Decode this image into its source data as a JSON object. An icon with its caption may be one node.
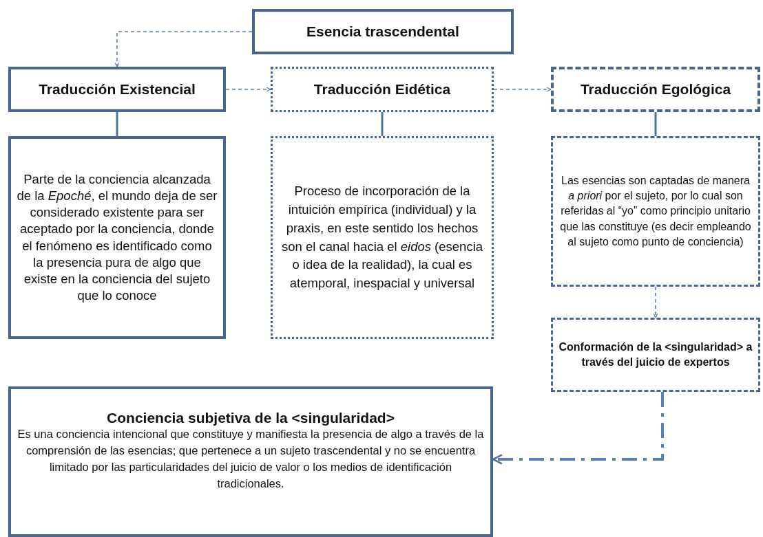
{
  "diagram": {
    "nodes": [
      {
        "text": [
          "Esencia trascendental"
        ]
      },
      {
        "text": [
          "Traducción Existencial"
        ]
      },
      {
        "text": [
          "Traducción Eidética"
        ]
      },
      {
        "text": [
          "Traducción Egológica"
        ]
      },
      {
        "text": [
          "Parte de la conciencia alcanzada de la *Epoché*, el mundo deja de ser considerado existente para ser aceptado por la conciencia, donde el fenómeno es identificado como la presencia pura de algo que existe en la conciencia del sujeto que lo conoce"
        ]
      },
      {
        "text": [
          "Proceso de incorporación de la intuición empírica (individual) y la praxis, en este sentido los hechos son el canal hacia el *eidos* (esencia o idea de la realidad), la cual es atemporal, inespacial y universal"
        ]
      },
      {
        "text": [
          "Las esencias son captadas de manera *a priori* por el sujeto, por lo cual son referidas al “yo” como principio unitario que las constituye (es decir empleando al sujeto como punto de conciencia)"
        ]
      },
      {
        "text": [
          "Conformación de la <singularidad> a través del juicio de expertos"
        ]
      },
      {
        "text": [
          "Conciencia subjetiva  de la <singularidad>",
          "Es una conciencia intencional que constituye y manifiesta la presencia de algo a través de la comprensión de las esencias; que pertenece a un sujeto trascendental y no se encuentra limitado por las particularidades del juicio de valor o los medios de identificación tradicionales."
        ]
      }
    ],
    "edges": [
      {
        "from": 0,
        "to": 1,
        "arrow": "to",
        "style": "dashed"
      },
      {
        "from": 1,
        "to": 2,
        "arrow": "to",
        "style": "dashed"
      },
      {
        "from": 2,
        "to": 3,
        "arrow": "to",
        "style": "dashed"
      },
      {
        "from": 1,
        "to": 4,
        "arrow": "none"
      },
      {
        "from": 2,
        "to": 5,
        "arrow": "none"
      },
      {
        "from": 3,
        "to": 6,
        "arrow": "none"
      },
      {
        "from": 6,
        "to": 7,
        "arrow": "to",
        "style": "dashed"
      },
      {
        "from": 7,
        "to": 8,
        "arrow": "to",
        "style": "dashed"
      }
    ]
  }
}
